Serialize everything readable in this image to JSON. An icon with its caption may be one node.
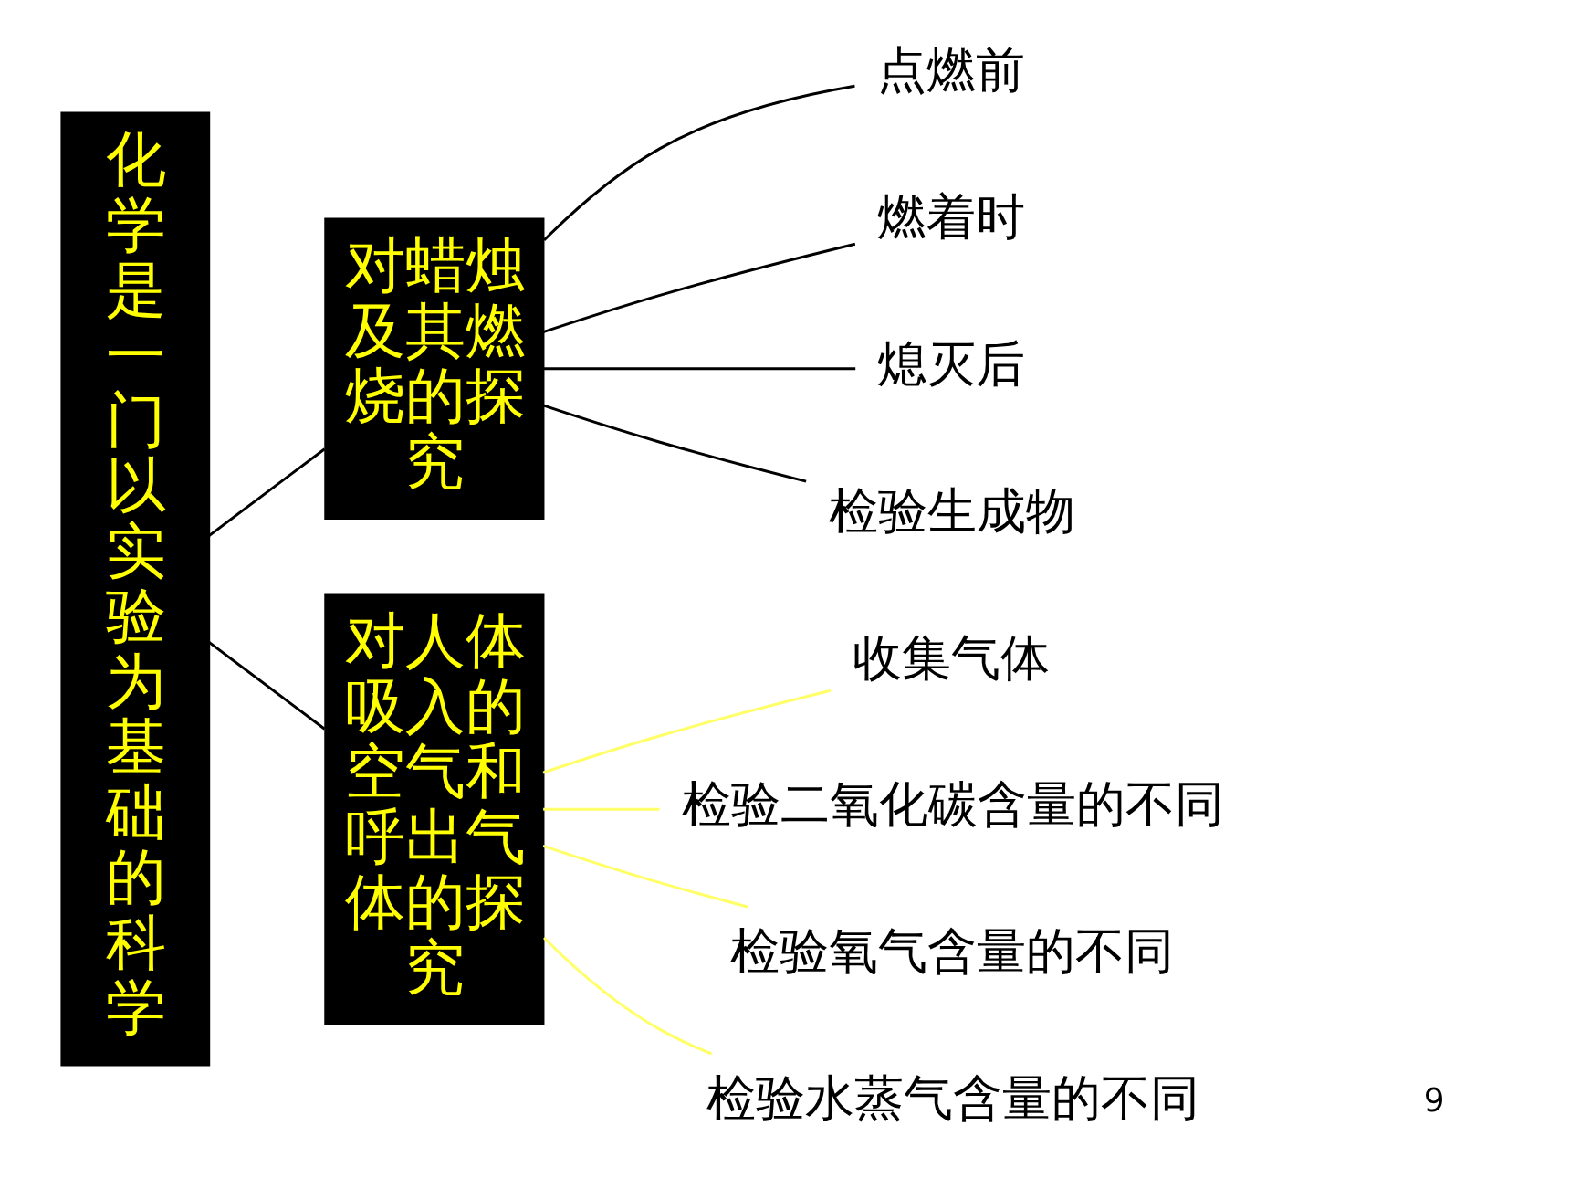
{
  "diagram": {
    "nodes": [
      {
        "text": [
          "化学是一门以实验为基础的科学"
        ]
      },
      {
        "text": [
          "对蜡烛及其燃烧的探究"
        ]
      },
      {
        "text": [
          "对人体吸入的空气和呼出气体的探究"
        ]
      },
      {
        "text": [
          "点燃前"
        ]
      },
      {
        "text": [
          "燃着时"
        ]
      },
      {
        "text": [
          "熄灭后"
        ]
      },
      {
        "text": [
          "检验生成物"
        ]
      },
      {
        "text": [
          "收集气体"
        ]
      },
      {
        "text": [
          "检验二氧化碳含量的不同"
        ]
      },
      {
        "text": [
          "检验氧气含量的不同"
        ]
      },
      {
        "text": [
          "检验水蒸气含量的不同"
        ]
      }
    ],
    "edges": [
      {
        "from": 0,
        "to": 1,
        "arrow": "none"
      },
      {
        "from": 0,
        "to": 2,
        "arrow": "none"
      },
      {
        "from": 1,
        "to": 3,
        "arrow": "none"
      },
      {
        "from": 1,
        "to": 4,
        "arrow": "none"
      },
      {
        "from": 1,
        "to": 5,
        "arrow": "none"
      },
      {
        "from": 1,
        "to": 6,
        "arrow": "none"
      },
      {
        "from": 2,
        "to": 7,
        "arrow": "none",
        "color": "#ffff66"
      },
      {
        "from": 2,
        "to": 8,
        "arrow": "none",
        "color": "#ffff66"
      },
      {
        "from": 2,
        "to": 9,
        "arrow": "none",
        "color": "#ffff66"
      },
      {
        "from": 2,
        "to": 10,
        "arrow": "none",
        "color": "#ffff66"
      }
    ],
    "labels": [
      "9"
    ]
  }
}
